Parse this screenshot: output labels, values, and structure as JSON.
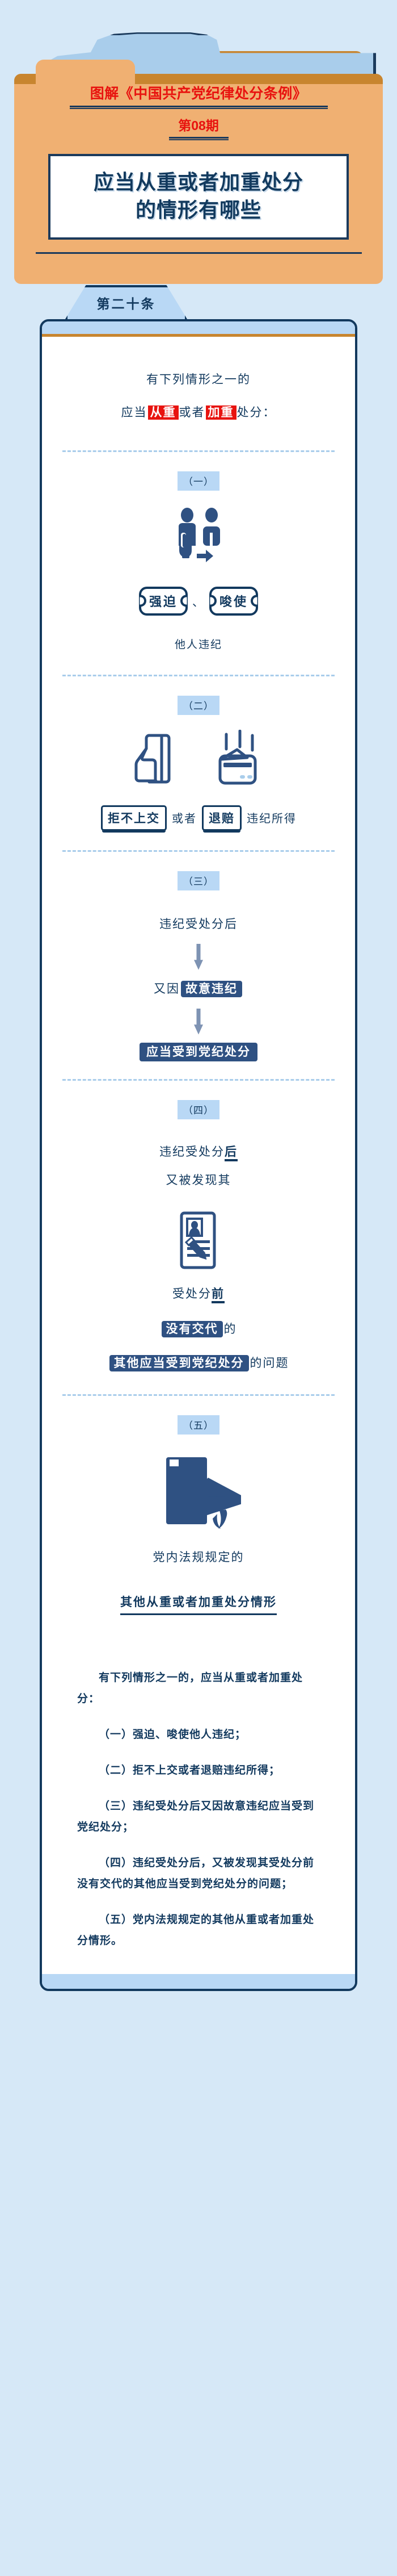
{
  "header": {
    "title": "图解《中国共产党纪律处分条例》",
    "issue": "第08期",
    "main_title_line1": "应当从重或者加重处分",
    "main_title_line2": "的情形有哪些"
  },
  "article": {
    "banner_label": "第二十条"
  },
  "intro": {
    "line1": "有下列情形之一的",
    "line2_prefix": "应当",
    "line2_hl1": "从重",
    "line2_mid": "或者",
    "line2_hl2": "加重",
    "line2_suffix": "处分："
  },
  "sections": [
    {
      "number": "（一）",
      "icon": "two-persons-pointing-icon",
      "chip1": "强迫",
      "separator": "、",
      "chip2": "唆使",
      "text": "他人违纪"
    },
    {
      "number": "（二）",
      "icon_left": "hand-holding-card-icon",
      "icon_right": "wallet-throw-icon",
      "box1": "拒不上交",
      "separator": "或者",
      "box2": "退赔",
      "tail": "违纪所得"
    },
    {
      "number": "（三）",
      "step1": "违纪受处分后",
      "step2_prefix": "又因",
      "step2_hl": "故意违纪",
      "step3": "应当受到党纪处分"
    },
    {
      "number": "（四）",
      "line1_prefix": "违纪受处分",
      "line1_em": "后",
      "line2": "又被发现其",
      "icon": "id-card-pencil-icon",
      "line3_prefix": "受处分",
      "line3_em": "前",
      "line4_hl": "没有交代",
      "line4_suffix": "的",
      "line5_hl": "其他应当受到党纪处分",
      "line5_suffix": "的问题"
    },
    {
      "number": "（五）",
      "icon": "books-graduation-icon",
      "line1": "党内法规规定的",
      "line2": "其他从重或者加重处分情形"
    }
  ],
  "summary": {
    "lead": "有下列情形之一的，应当从重或者加重处分：",
    "items": [
      "（一）强迫、唆使他人违纪；",
      "（二）拒不上交或者退赔违纪所得；",
      "（三）违纪受处分后又因故意违纪应当受到党纪处分；",
      "（四）违纪受处分后，又被发现其受处分前没有交代的其他应当受到党纪处分的问题；",
      "（五）党内法规规定的其他从重或者加重处分情形。"
    ]
  },
  "colors": {
    "page_bg": "#d6e8f7",
    "navy": "#12395e",
    "red": "#e8130f",
    "folder_orange": "#f0b072",
    "folder_orange_dark": "#c8852f",
    "light_blue": "#b9d8f5",
    "chip_navy": "#2f5182"
  }
}
